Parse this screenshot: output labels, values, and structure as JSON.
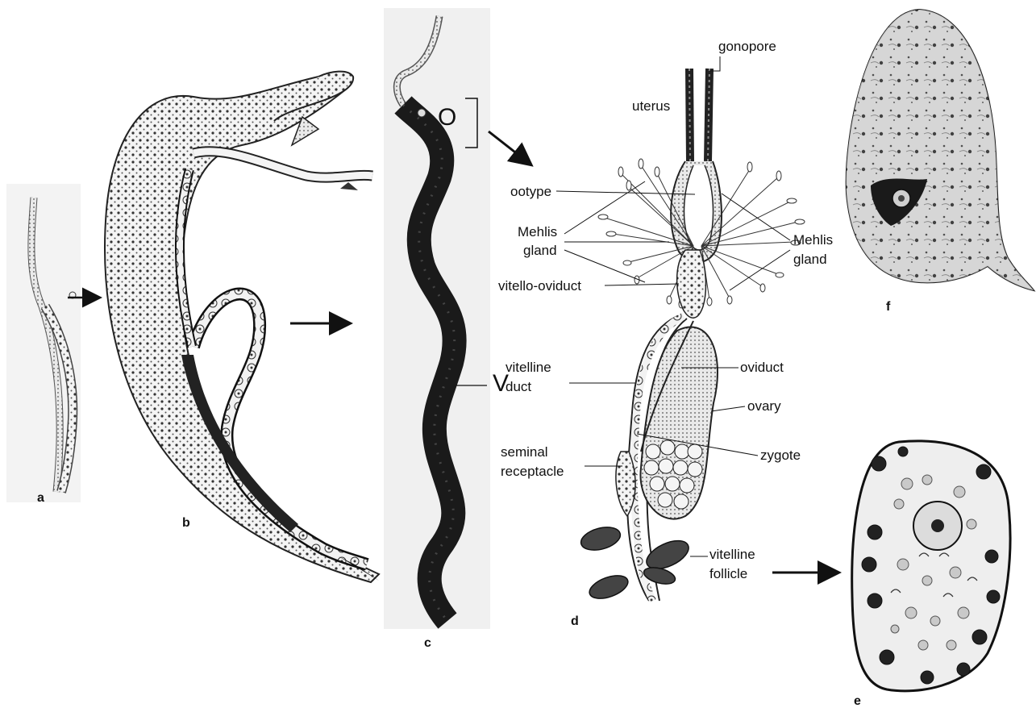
{
  "panels": {
    "a": "a",
    "b": "b",
    "c": "c",
    "d": "d",
    "e": "e",
    "f": "f"
  },
  "markers": {
    "o": "O",
    "v": "V"
  },
  "labels": {
    "gonopore": "gonopore",
    "uterus": "uterus",
    "ootype": "ootype",
    "mehlis_left": [
      "Mehlis",
      "gland"
    ],
    "mehlis_right": [
      "Mehlis",
      "gland"
    ],
    "vitello_oviduct": "vitello-oviduct",
    "vitelline_duct": [
      "vitelline",
      "duct"
    ],
    "oviduct": "oviduct",
    "ovary": "ovary",
    "seminal_receptacle": [
      "seminal",
      "receptacle"
    ],
    "zygote": "zygote",
    "vitelline_follicle": [
      "vitelline",
      "follicle"
    ]
  }
}
